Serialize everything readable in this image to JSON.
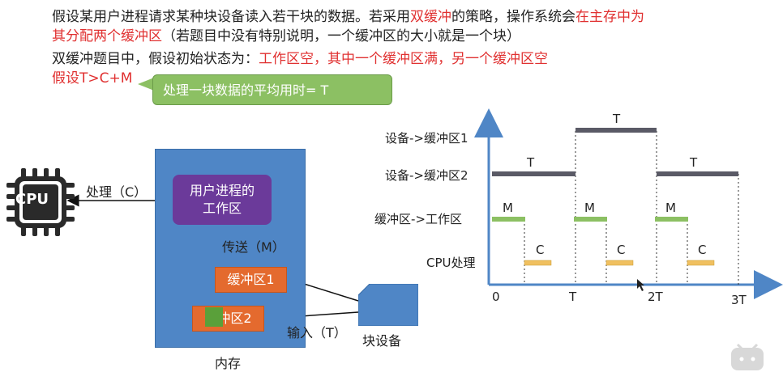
{
  "intro": {
    "line1_a": "假设某用户进程请求某种块设备读入若干块的数据。若采用",
    "line1_b": "双缓冲",
    "line1_c": "的策略，操作系统会",
    "line1_d": "在主存中为",
    "line2_a": "其分配两个缓冲区",
    "line2_b": "（若题目中没有特别说明，一个缓冲区的大小就是一个块）",
    "line3_a": "双缓冲题目中，假设初始状态为：",
    "line3_b": "工作区空，其中一个缓冲区满，另一个缓冲区空",
    "line4": "假设T>C+M",
    "callout": "处理一块数据的平均用时= T"
  },
  "left_diagram": {
    "cpu_label": "CPU",
    "process_label": "处理（C）",
    "workarea_line1": "用户进程的",
    "workarea_line2": "工作区",
    "transfer_label": "传送（M）",
    "buffer1": "缓冲区1",
    "buffer2": "缓冲区2",
    "input_label": "输入（T）",
    "device_label": "块设备",
    "memory_label": "内存"
  },
  "timeline": {
    "rows": [
      "设备->缓冲区1",
      "设备->缓冲区2",
      "缓冲区->工作区",
      "CPU处理"
    ],
    "ticks": [
      "0",
      "T",
      "2T",
      "3T"
    ],
    "bar_T_labels": [
      "T",
      "T",
      "T"
    ],
    "bar_M_labels": [
      "M",
      "M",
      "M"
    ],
    "bar_C_labels": [
      "C",
      "C",
      "C"
    ]
  },
  "colors": {
    "red": "#e03030",
    "axis": "#4f86c6",
    "bar_T": "#5a5a66",
    "bar_M": "#8cc063",
    "bar_C": "#f0c060",
    "memory": "#4f86c6",
    "buffer": "#e46a2e",
    "workarea": "#6b3a9a"
  }
}
